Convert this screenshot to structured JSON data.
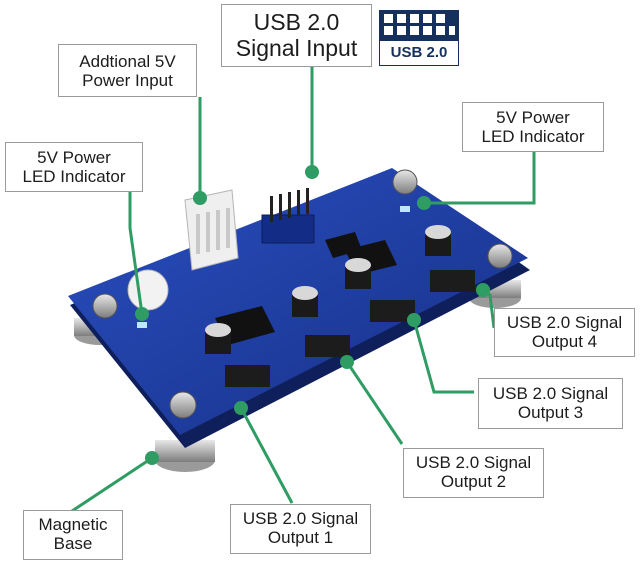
{
  "labels": {
    "usb_input": [
      "USB 2.0",
      "Signal Input"
    ],
    "usb_badge": "USB 2.0",
    "additional_power": [
      "Addtional  5V",
      "Power Input"
    ],
    "led_right": [
      "5V Power",
      "LED  Indicator"
    ],
    "led_left": [
      "5V Power",
      "LED  Indicator"
    ],
    "output_4": [
      "USB 2.0 Signal",
      "Output  4"
    ],
    "output_3": [
      "USB 2.0 Signal",
      "Output  3"
    ],
    "output_2": [
      "USB 2.0 Signal",
      "Output  2"
    ],
    "output_1": [
      "USB 2.0 Signal",
      "Output  1"
    ],
    "magnetic_base": [
      "Magnetic",
      "Base"
    ]
  },
  "colors": {
    "board_blue": "#1f3fa8",
    "callout_green": "#2f9c63",
    "label_border": "#9a9a9a",
    "badge_navy": "#16305e"
  }
}
